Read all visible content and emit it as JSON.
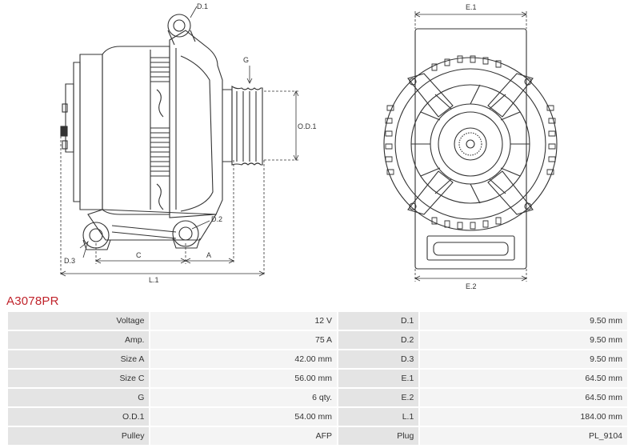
{
  "diagram": {
    "labels": {
      "d1": "D.1",
      "d2": "D.2",
      "d3": "D.3",
      "g": "G",
      "od1": "O.D.1",
      "c": "C",
      "a": "A",
      "l1": "L.1",
      "e1": "E.1",
      "e2": "E.2"
    }
  },
  "part_number": "A3078PR",
  "specs": [
    {
      "label": "Voltage",
      "value": "12 V",
      "label2": "D.1",
      "value2": "9.50 mm"
    },
    {
      "label": "Amp.",
      "value": "75 A",
      "label2": "D.2",
      "value2": "9.50 mm"
    },
    {
      "label": "Size A",
      "value": "42.00 mm",
      "label2": "D.3",
      "value2": "9.50 mm"
    },
    {
      "label": "Size C",
      "value": "56.00 mm",
      "label2": "E.1",
      "value2": "64.50 mm"
    },
    {
      "label": "G",
      "value": "6 qty.",
      "label2": "E.2",
      "value2": "64.50 mm"
    },
    {
      "label": "O.D.1",
      "value": "54.00 mm",
      "label2": "L.1",
      "value2": "184.00 mm"
    },
    {
      "label": "Pulley",
      "value": "AFP",
      "label2": "Plug",
      "value2": "PL_9104"
    }
  ]
}
